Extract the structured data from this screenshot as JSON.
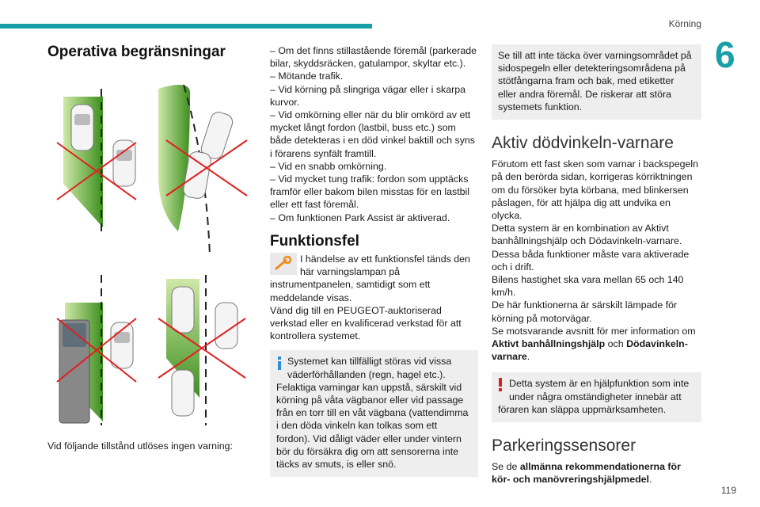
{
  "header": {
    "section": "Körning",
    "chapter": "6",
    "page": "119"
  },
  "colors": {
    "accent": "#18a0a6",
    "info": "#2b8fd8",
    "warning": "#e02020",
    "zone": "#4f9e2a",
    "cross": "#e02020"
  },
  "col1": {
    "title": "Operativa begränsningar",
    "caption": "Vid följande tillstånd utlöses ingen varning:"
  },
  "col2": {
    "list": [
      "– Om det finns stillastående föremål (parkerade bilar, skyddsräcken, gatulampor, skyltar etc.).",
      "– Mötande trafik.",
      "– Vid körning på slingriga vägar eller i skarpa kurvor.",
      "– Vid omkörning eller när du blir omkörd av ett mycket långt fordon (lastbil, buss etc.) som både detekteras i en död vinkel baktill och syns i förarens synfält framtill.",
      "– Vid en snabb omkörning.",
      "– Vid mycket tung trafik: fordon som upptäcks framför eller bakom bilen misstas för en lastbil eller ett fast föremål.",
      "– Om funktionen Park Assist är aktiverad."
    ],
    "fault_title": "Funktionsfel",
    "fault_icon": "wrench-icon",
    "fault_intro": "I händelse av ett funktionsfel tänds den här varningslampan på",
    "fault_rest": "instrumentpanelen, samtidigt som ett meddelande visas.",
    "fault_action": "Vänd dig till en PEUGEOT-auktoriserad verkstad eller en kvalificerad verkstad för att kontrollera systemet.",
    "info_first": "Systemet kan tillfälligt störas vid vissa väderförhållanden (regn, hagel etc.).",
    "info_rest": "Felaktiga varningar kan uppstå, särskilt vid körning på våta vägbanor eller vid passage från en torr till en våt vägbana (vattendimma i den döda vinkeln kan tolkas som ett fordon). Vid dåligt väder eller under vintern bör du försäkra dig om att sensorerna inte täcks av smuts, is eller snö."
  },
  "col3": {
    "box_text": "Se till att inte täcka över varningsområdet på sidospegeln eller detekteringsområdena på stötfångarna fram och bak, med etiketter eller andra föremål. De riskerar att störa systemets funktion.",
    "title_blind": "Aktiv dödvinkeln-varnare",
    "p1": "Förutom ett fast sken som varnar i backspegeln på den berörda sidan, korrigeras körriktningen om du försöker byta körbana, med blinkersen påslagen, för att hjälpa dig att undvika en olycka.",
    "p2": "Detta system är en kombination av Aktivt banhållningshjälp och Dödavinkeln-varnare.",
    "p3": "Dessa båda funktioner måste vara aktiverade och i drift.",
    "p4": "Bilens hastighet ska vara mellan 65 och 140 km/h.",
    "p5": "De här funktionerna är särskilt lämpade för körning på motorvägar.",
    "p6_pre": "Se motsvarande avsnitt för mer information om ",
    "p6_b1": "Aktivt banhållningshjälp",
    "p6_mid": " och ",
    "p6_b2": "Dödavinkeln-varnare",
    "p6_end": ".",
    "warn_first": "Detta system är en hjälpfunktion som inte under några omständigheter innebär att",
    "warn_rest": "föraren kan släppa uppmärksamheten.",
    "title_park": "Parkeringssensorer",
    "park_pre": "Se de ",
    "park_b": "allmänna rekommendationerna för kör- och manövreringshjälpmedel",
    "park_end": "."
  }
}
